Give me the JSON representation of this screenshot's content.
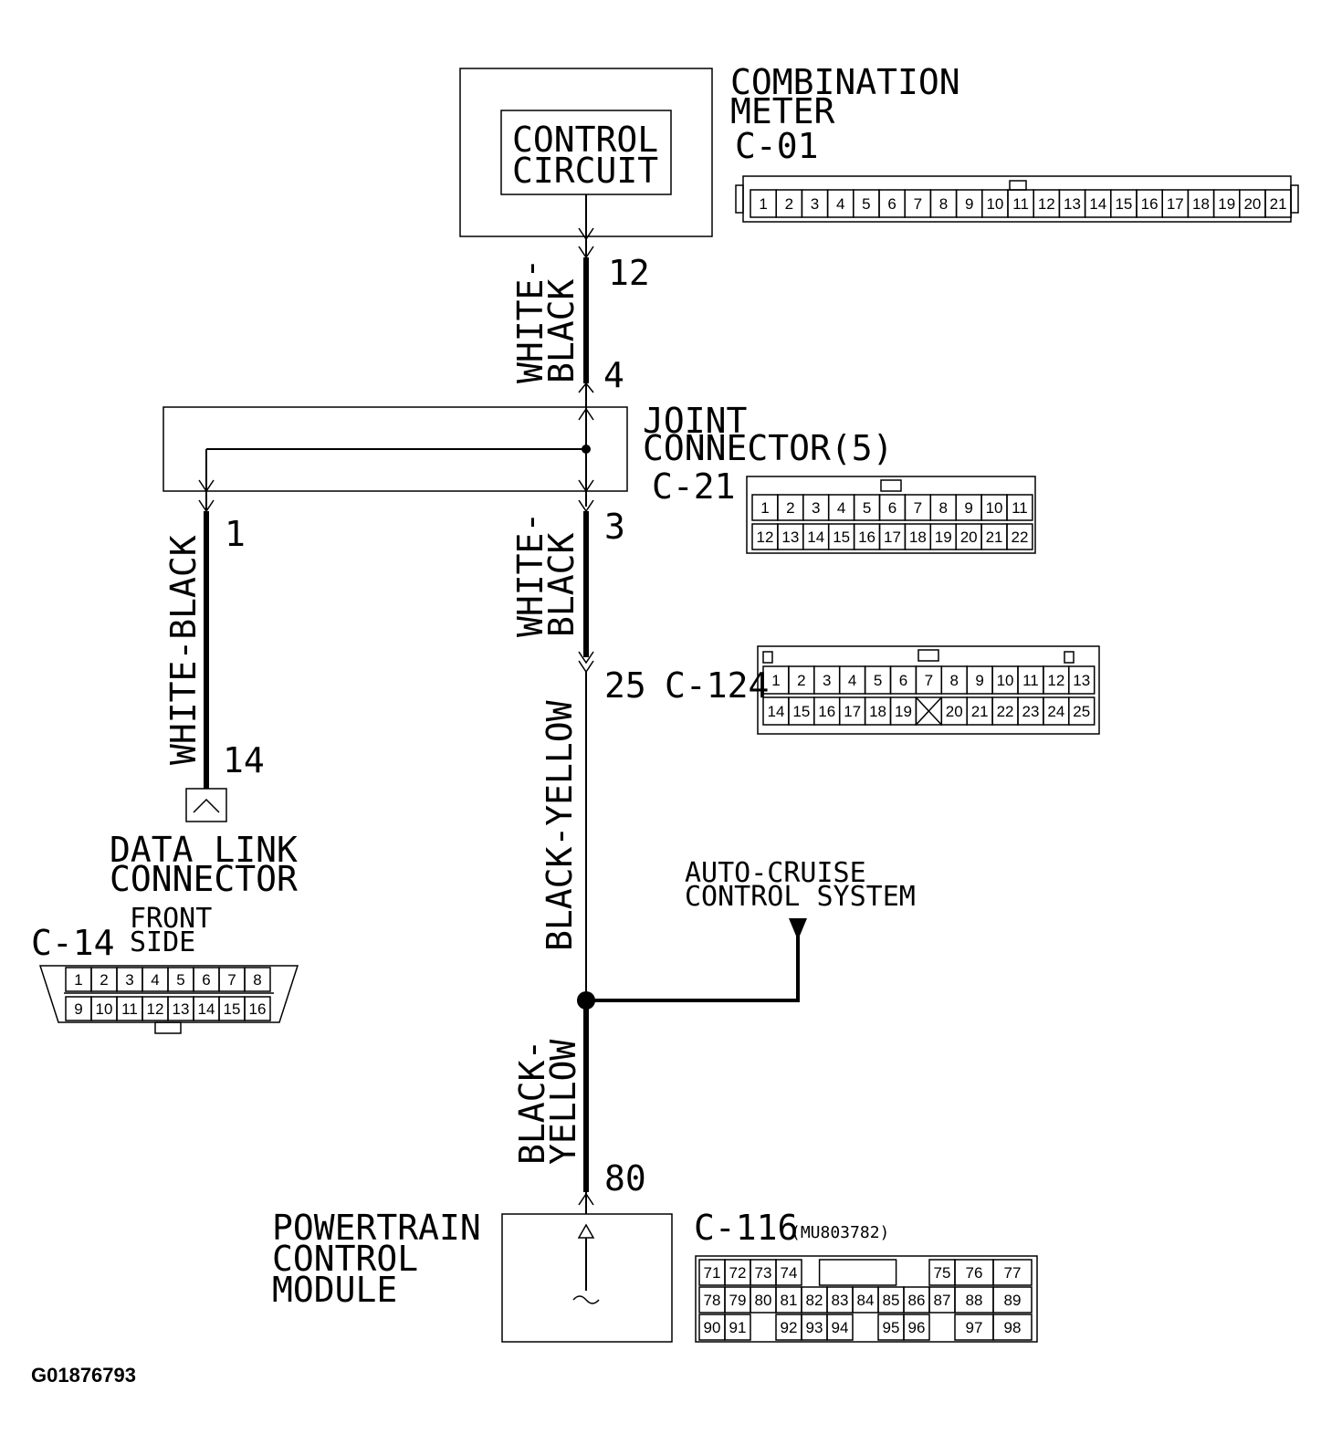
{
  "combination_meter": {
    "title_line1": "COMBINATION",
    "title_line2": "METER",
    "connector": "C-01",
    "inner_line1": "CONTROL",
    "inner_line2": "CIRCUIT",
    "pins": [
      "1",
      "2",
      "3",
      "4",
      "5",
      "6",
      "7",
      "8",
      "9",
      "10",
      "11",
      "12",
      "13",
      "14",
      "15",
      "16",
      "17",
      "18",
      "19",
      "20",
      "21"
    ]
  },
  "wire_top": {
    "color_line1": "WHITE-",
    "color_line2": "BLACK",
    "pin_top": "12",
    "pin_bottom": "4"
  },
  "joint_connector": {
    "title_line1": "JOINT",
    "title_line2": "CONNECTOR(5)",
    "connector": "C-21",
    "pins_row1": [
      "1",
      "2",
      "3",
      "4",
      "5",
      "6",
      "7",
      "8",
      "9",
      "10",
      "11"
    ],
    "pins_row2": [
      "12",
      "13",
      "14",
      "15",
      "16",
      "17",
      "18",
      "19",
      "20",
      "21",
      "22"
    ]
  },
  "wire_left": {
    "color": "WHITE-BLACK",
    "pin_top": "1",
    "pin_bottom": "14"
  },
  "wire_mid": {
    "color_line1": "WHITE-",
    "color_line2": "BLACK",
    "pin_top": "3"
  },
  "c124": {
    "pin": "25",
    "connector": "C-124",
    "pins_row1": [
      "1",
      "2",
      "3",
      "4",
      "5",
      "6",
      "7",
      "8",
      "9",
      "10",
      "11",
      "12",
      "13"
    ],
    "pins_row2": [
      "14",
      "15",
      "16",
      "17",
      "18",
      "19",
      "",
      "20",
      "21",
      "22",
      "23",
      "24",
      "25"
    ]
  },
  "wire_lower": {
    "color": "BLACK-YELLOW"
  },
  "auto_cruise": {
    "line1": "AUTO-CRUISE",
    "line2": "CONTROL SYSTEM"
  },
  "wire_bottom": {
    "color_line1": "BLACK-",
    "color_line2": "YELLOW",
    "pin": "80"
  },
  "data_link": {
    "line1": "DATA LINK",
    "line2": "CONNECTOR",
    "connector": "C-14",
    "side_line1": "FRONT",
    "side_line2": "SIDE",
    "pins_row1": [
      "1",
      "2",
      "3",
      "4",
      "5",
      "6",
      "7",
      "8"
    ],
    "pins_row2": [
      "9",
      "10",
      "11",
      "12",
      "13",
      "14",
      "15",
      "16"
    ]
  },
  "pcm": {
    "line1": "POWERTRAIN",
    "line2": "CONTROL",
    "line3": "MODULE",
    "connector": "C-116",
    "part_no": "(MU803782)",
    "row1": [
      "71",
      "72",
      "73",
      "74",
      "75",
      "76",
      "77"
    ],
    "row2": [
      "78",
      "79",
      "80",
      "81",
      "82",
      "83",
      "84",
      "85",
      "86",
      "87",
      "88",
      "89"
    ],
    "row3": [
      "90",
      "91",
      "92",
      "93",
      "94",
      "95",
      "96",
      "97",
      "98"
    ]
  },
  "figure_code": "G01876793"
}
